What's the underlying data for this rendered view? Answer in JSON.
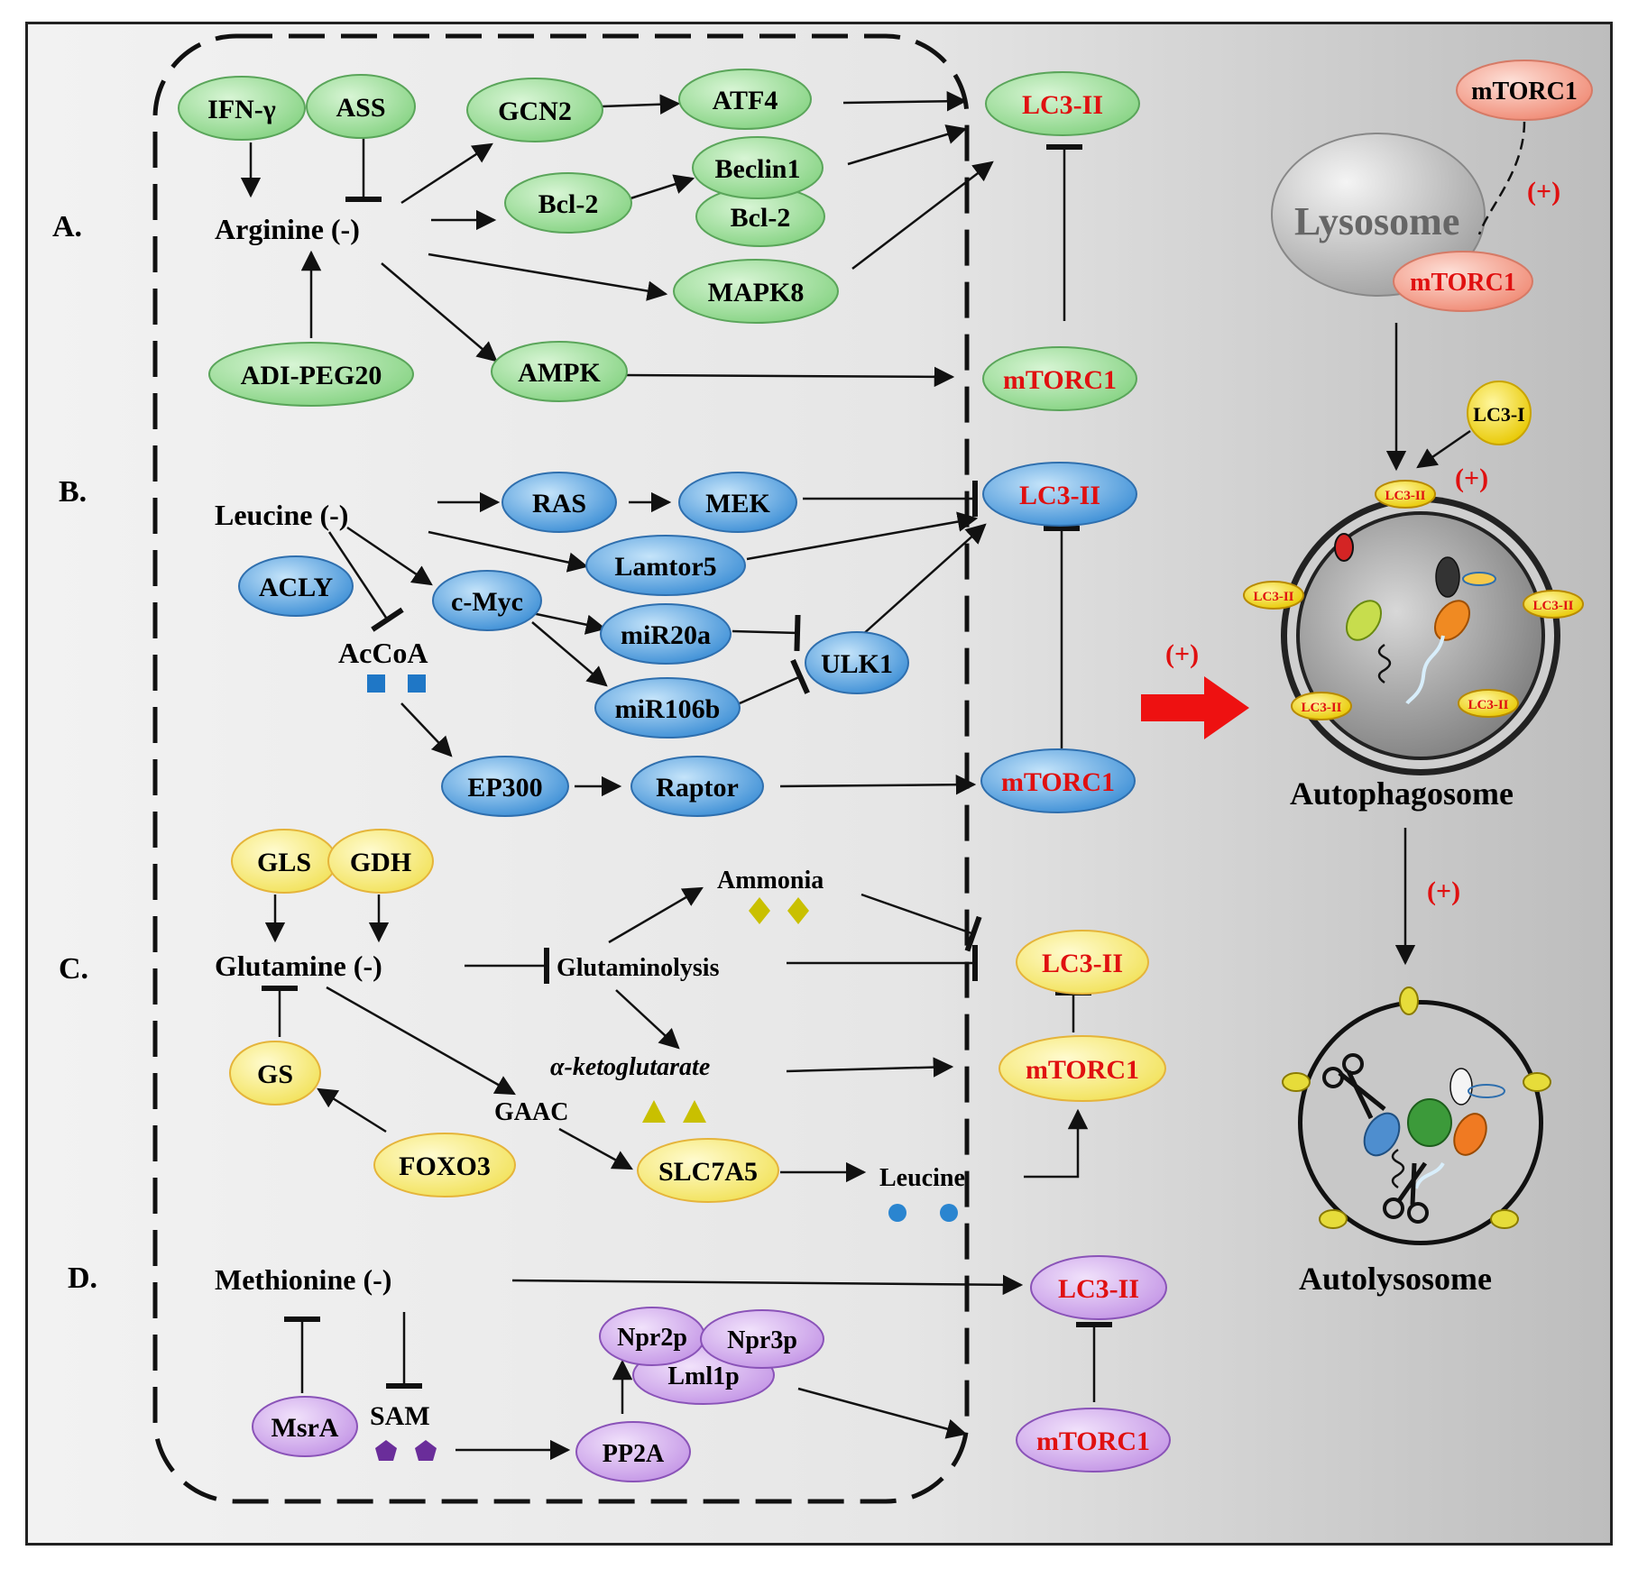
{
  "sections": [
    {
      "label": "A."
    },
    {
      "label": "B."
    },
    {
      "label": "C."
    },
    {
      "label": "D."
    }
  ],
  "colors": {
    "green": "#a7e2a4",
    "green_stroke": "#5aa55a",
    "blue": "#6fb3e8",
    "blue_stroke": "#2f6fae",
    "yellow": "#f6ec7a",
    "yellow_stroke": "#e5b43a",
    "purple": "#d7b2ee",
    "purple_stroke": "#8a53b8",
    "red_text": "#e01010",
    "salmon": "#f5a99a"
  },
  "nodes": {
    "ifn": "IFN-γ",
    "ass": "ASS",
    "gcn2": "GCN2",
    "atf4": "ATF4",
    "beclin1": "Beclin1",
    "bcl2_a": "Bcl-2",
    "bcl2_b": "Bcl-2",
    "mapk8": "MAPK8",
    "ampk": "AMPK",
    "adi": "ADI-PEG20",
    "lc3_a": "LC3-II",
    "mtorc1_a": "mTORC1",
    "ras": "RAS",
    "mek": "MEK",
    "lamtor5": "Lamtor5",
    "acly": "ACLY",
    "cmyc": "c-Myc",
    "mir20a": "miR20a",
    "mir106b": "miR106b",
    "ulk1": "ULK1",
    "ep300": "EP300",
    "raptor": "Raptor",
    "lc3_b": "LC3-II",
    "mtorc1_b": "mTORC1",
    "gls": "GLS",
    "gdh": "GDH",
    "gs": "GS",
    "foxo3": "FOXO3",
    "slc7a5": "SLC7A5",
    "lc3_c": "LC3-II",
    "mtorc1_c": "mTORC1",
    "npr2p": "Npr2p",
    "npr3p": "Npr3p",
    "lml1p": "Lml1p",
    "msra": "MsrA",
    "pp2a": "PP2A",
    "lc3_d": "LC3-II",
    "mtorc1_d": "mTORC1"
  },
  "texts": {
    "arginine": "Arginine (-)",
    "leucine": "Leucine (-)",
    "accoa": "AcCoA",
    "glutamine": "Glutamine (-)",
    "glutaminolysis": "Glutaminolysis",
    "ammonia": "Ammonia",
    "aketo": "α-ketoglutarate",
    "gaac": "GAAC",
    "leucine2": "Leucine",
    "methionine": "Methionine (-)",
    "sam": "SAM"
  },
  "right": {
    "mtorc1_top": "mTORC1",
    "lysosome": "Lysosome",
    "mtorc1_lys": "mTORC1",
    "plus1": "(+)",
    "lc3_i": "LC3-I",
    "plus2": "(+)",
    "lc3_badge": "LC3-II",
    "plus_arrow": "(+)",
    "autophagosome": "Autophagosome",
    "plus3": "(+)",
    "autolysosome": "Autolysosome"
  }
}
